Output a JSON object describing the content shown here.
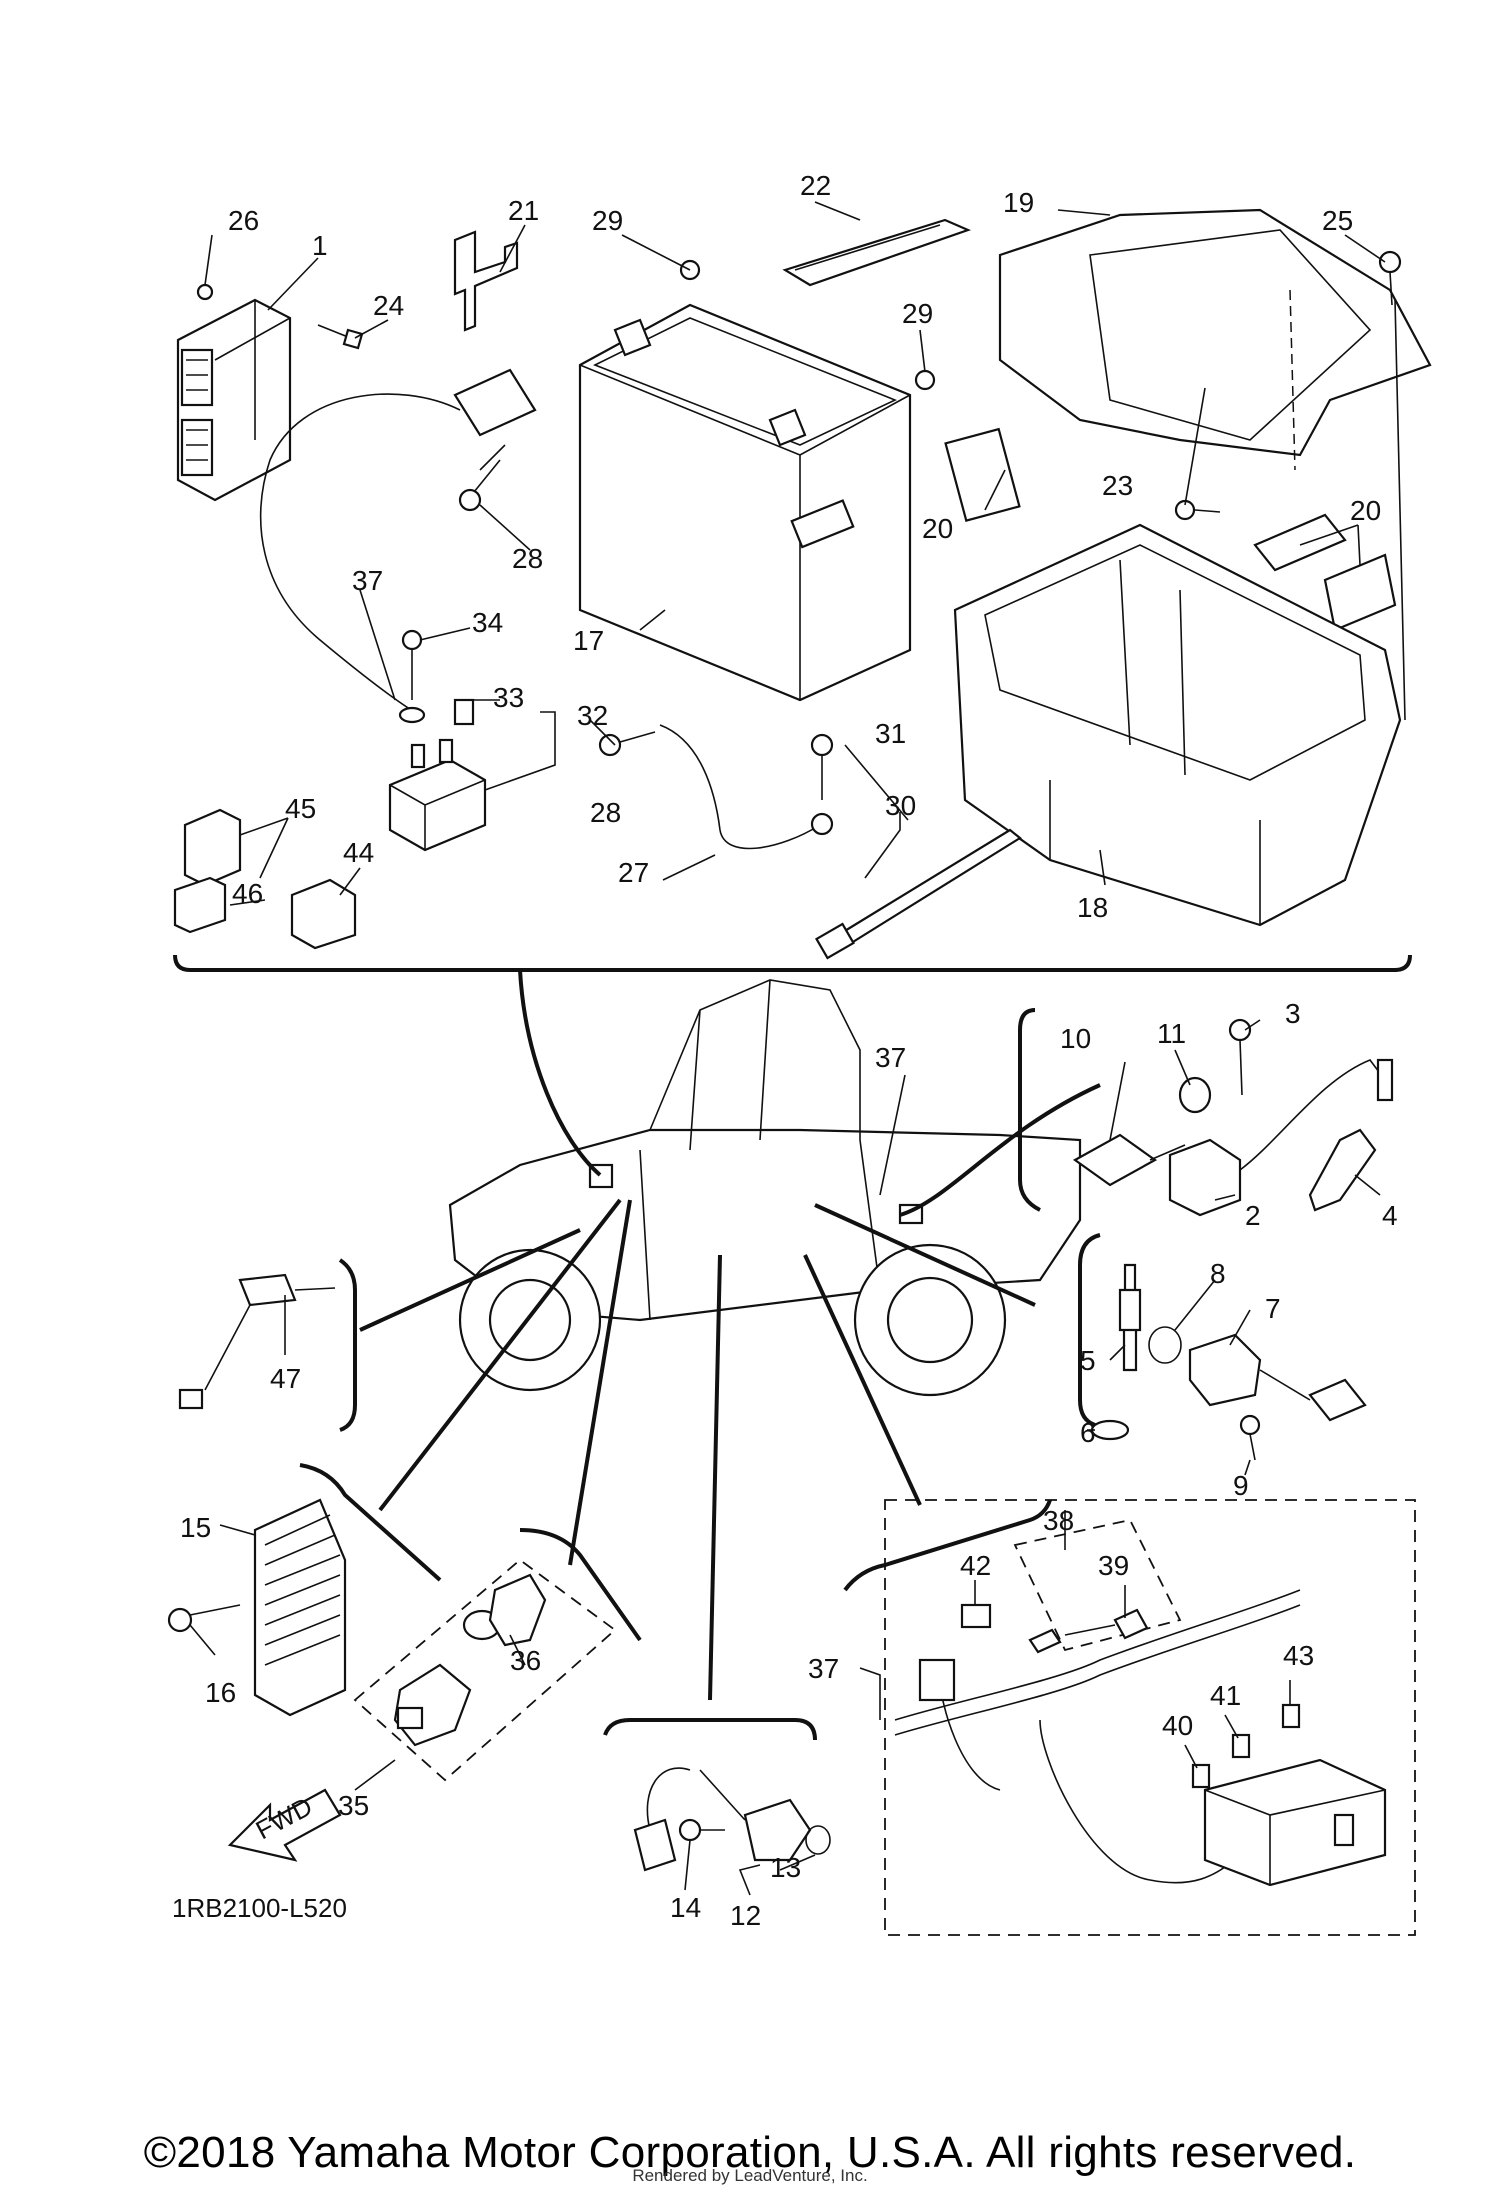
{
  "diagram_code": "1RB2100-L520",
  "fwd_label": "FWD",
  "copyright": "©2018 Yamaha Motor Corporation, U.S.A. All rights reserved.",
  "rendered_by": "Rendered by LeadVenture, Inc.",
  "callouts": {
    "c1": "1",
    "c2": "2",
    "c3": "3",
    "c4": "4",
    "c5": "5",
    "c6": "6",
    "c7": "7",
    "c8": "8",
    "c9": "9",
    "c10": "10",
    "c11": "11",
    "c12": "12",
    "c13": "13",
    "c14": "14",
    "c15": "15",
    "c16": "16",
    "c17": "17",
    "c18": "18",
    "c19": "19",
    "c20a": "20",
    "c20b": "20",
    "c21": "21",
    "c22": "22",
    "c23": "23",
    "c24": "24",
    "c25": "25",
    "c26": "26",
    "c27": "27",
    "c28a": "28",
    "c28b": "28",
    "c29a": "29",
    "c29b": "29",
    "c30": "30",
    "c31": "31",
    "c32": "32",
    "c33": "33",
    "c34": "34",
    "c35": "35",
    "c36": "36",
    "c37a": "37",
    "c37b": "37",
    "c37c": "37",
    "c38": "38",
    "c39": "39",
    "c40": "40",
    "c41": "41",
    "c42": "42",
    "c43": "43",
    "c44": "44",
    "c45": "45",
    "c46": "46",
    "c47": "47"
  }
}
